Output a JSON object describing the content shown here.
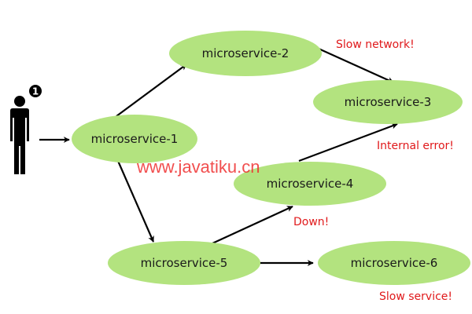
{
  "diagram": {
    "node_color": "#b3e37f",
    "warning_color": "#e0191b",
    "nodes": [
      {
        "id": "ms1",
        "label": "microservice-1"
      },
      {
        "id": "ms2",
        "label": "microservice-2"
      },
      {
        "id": "ms3",
        "label": "microservice-3"
      },
      {
        "id": "ms4",
        "label": "microservice-4"
      },
      {
        "id": "ms5",
        "label": "microservice-5"
      },
      {
        "id": "ms6",
        "label": "microservice-6"
      }
    ],
    "edges": [
      {
        "from": "user",
        "to": "ms1"
      },
      {
        "from": "ms1",
        "to": "ms2"
      },
      {
        "from": "ms1",
        "to": "ms5"
      },
      {
        "from": "ms2",
        "to": "ms3"
      },
      {
        "from": "ms4",
        "to": "ms3"
      },
      {
        "from": "ms5",
        "to": "ms4"
      },
      {
        "from": "ms5",
        "to": "ms6"
      }
    ],
    "warnings": {
      "slow_network": "Slow network!",
      "internal_error": "Internal error!",
      "down": "Down!",
      "slow_service": "Slow service!"
    },
    "user": {
      "icon": "person-icon",
      "badge": "1"
    },
    "watermark": "www.javatiku.cn"
  }
}
